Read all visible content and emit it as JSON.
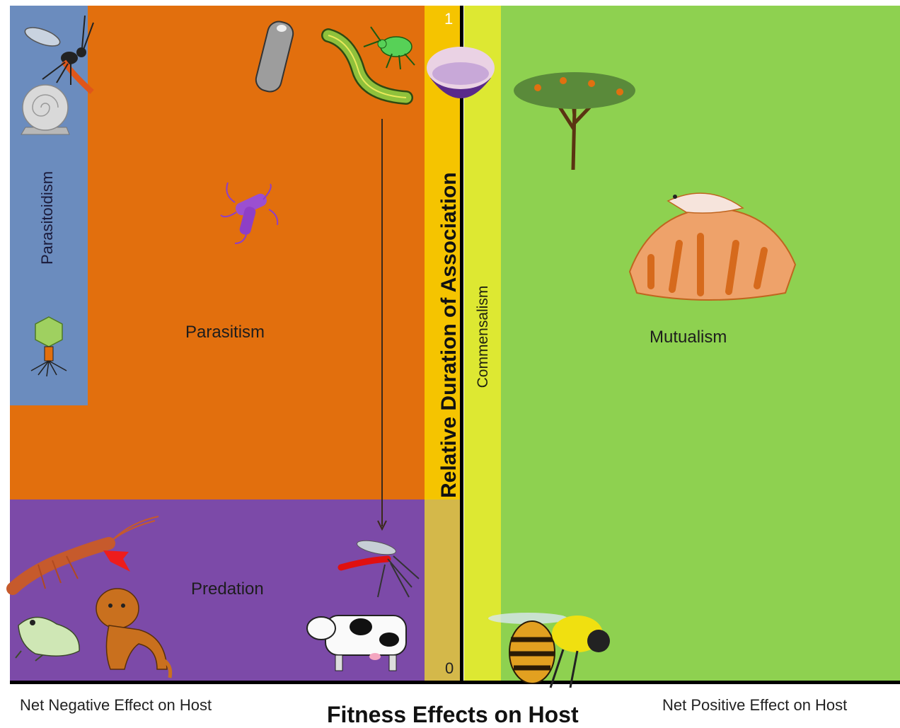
{
  "regions": {
    "parasitoidism": {
      "label": "Parasitoidism",
      "color": "#6b8cbe"
    },
    "parasitism": {
      "label": "Parasitism",
      "color": "#e26f0d"
    },
    "predation": {
      "label": "Predation",
      "color": "#7c4aa8"
    },
    "commensalism": {
      "label": "Commensalism",
      "color": "#dde832"
    },
    "mutualism": {
      "label": "Mutualism",
      "color": "#8ed150"
    }
  },
  "y_axis": {
    "title": "Relative Duration of Association",
    "tick_top": "1",
    "tick_bottom": "0"
  },
  "x_axis": {
    "title": "Fitness Effects on Host",
    "left_label": "Net Negative Effect on Host",
    "right_label": "Net Positive Effect on Host"
  },
  "illustrations": [
    "wasp-icon",
    "snail-icon",
    "bacteriophage-icon",
    "cocoon-icon",
    "caterpillar-icon",
    "aphid-icon",
    "anemone-icon",
    "bacterium-icon",
    "crayfish-icon",
    "frog-icon",
    "lion-cub-icon",
    "mosquito-icon",
    "cow-icon",
    "acacia-tree-icon",
    "coral-fish-icon",
    "bee-icon"
  ]
}
